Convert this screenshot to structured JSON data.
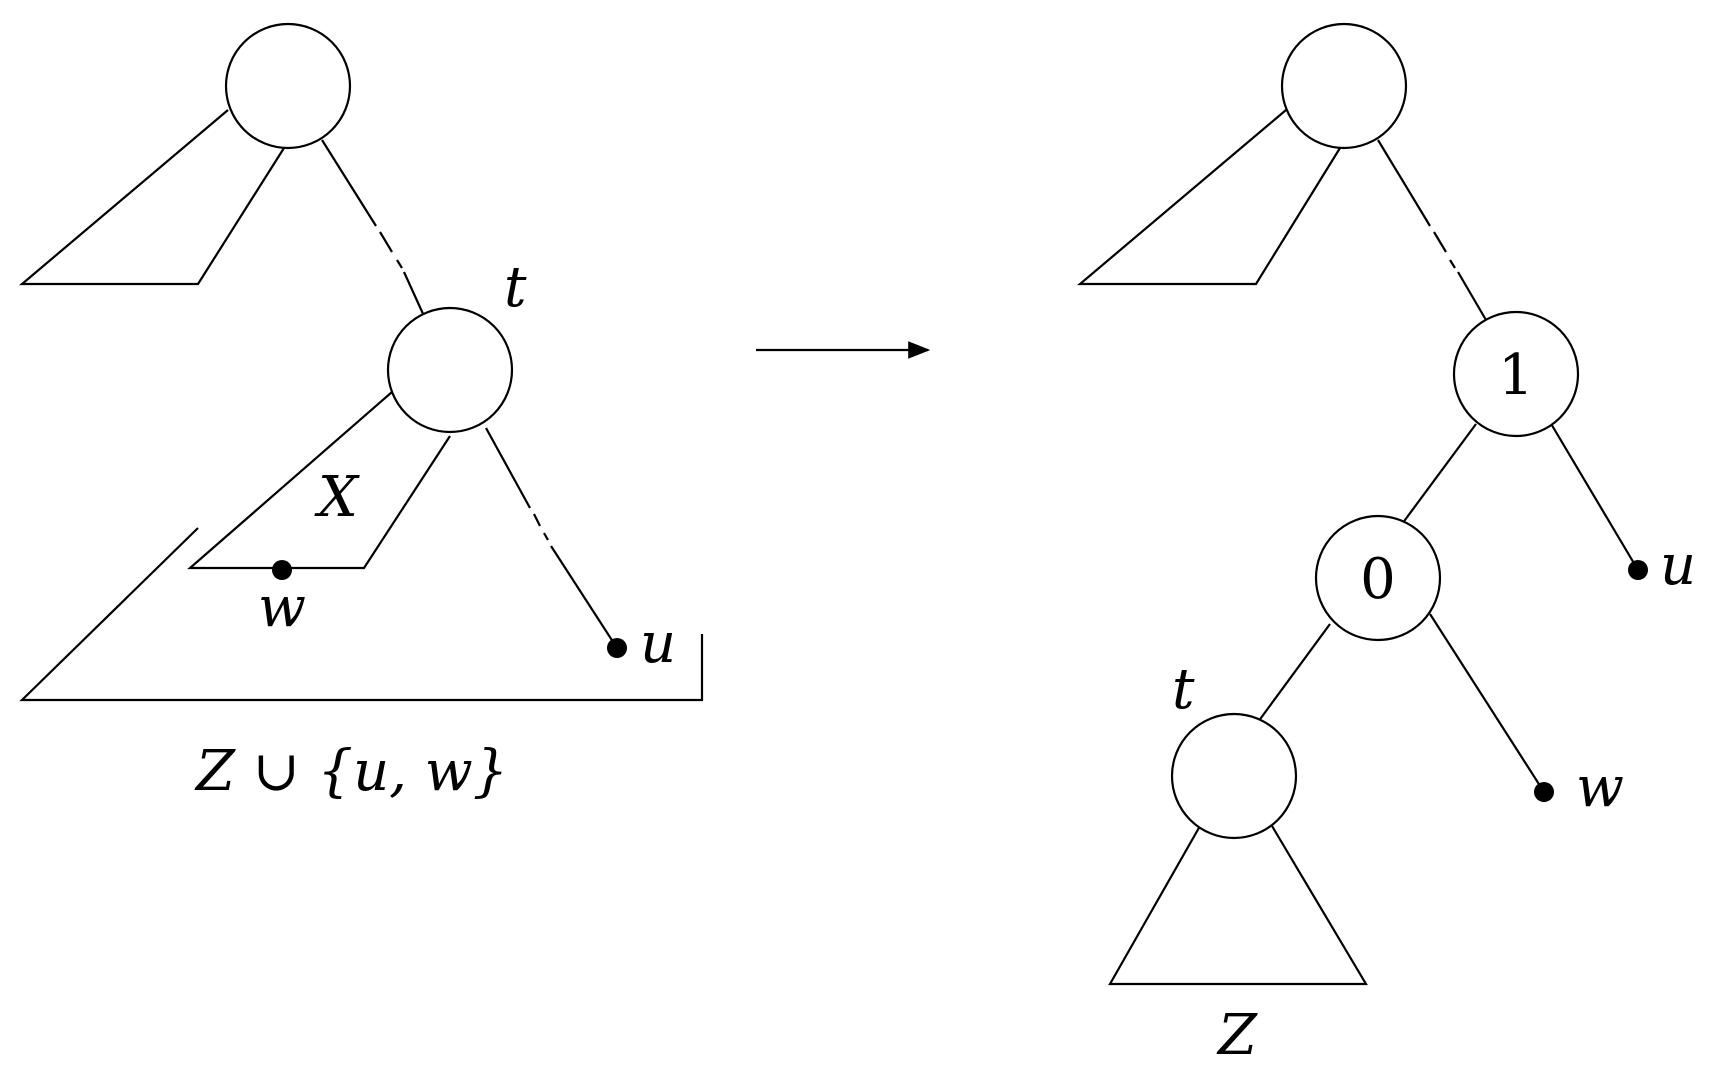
{
  "labels": {
    "t_left": "t",
    "X": "X",
    "w_left": "w",
    "u_left": "u",
    "set_left": "Z ∪ {u, w}",
    "node_1": "1",
    "node_0": "0",
    "u_right": "u",
    "w_right": "w",
    "t_right": "t",
    "Z_right": "Z"
  }
}
